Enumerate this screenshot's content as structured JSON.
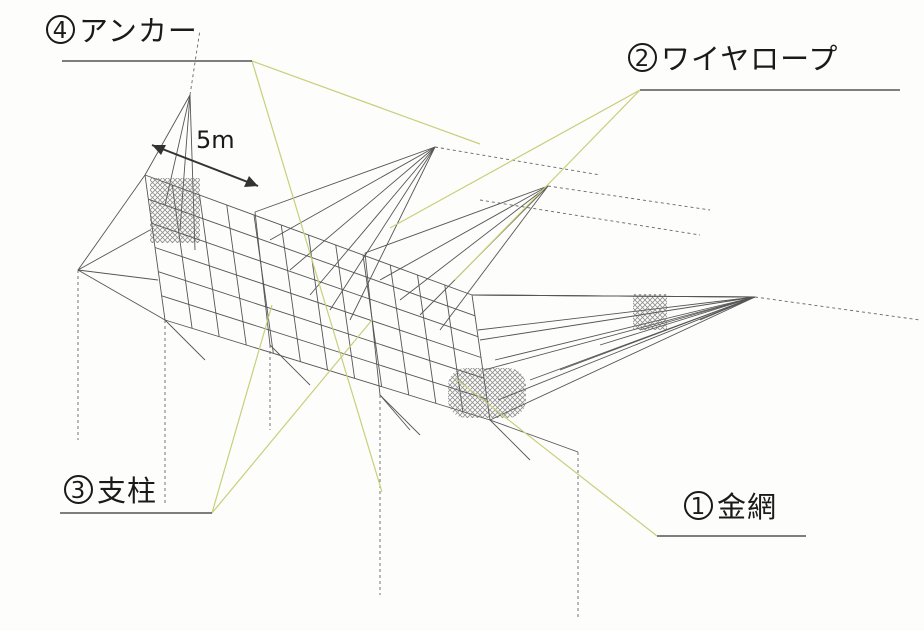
{
  "labels": {
    "wire_mesh": {
      "number": "1",
      "text": "金網"
    },
    "wire_rope": {
      "number": "2",
      "text": "ワイヤロープ"
    },
    "post": {
      "number": "3",
      "text": "支柱"
    },
    "anchor": {
      "number": "4",
      "text": "アンカー"
    }
  },
  "dimension": {
    "text": "5m"
  },
  "colors": {
    "line": "#555555",
    "leader": "#c9cf7a",
    "mesh": "#777777",
    "text": "#1a1a1a"
  }
}
